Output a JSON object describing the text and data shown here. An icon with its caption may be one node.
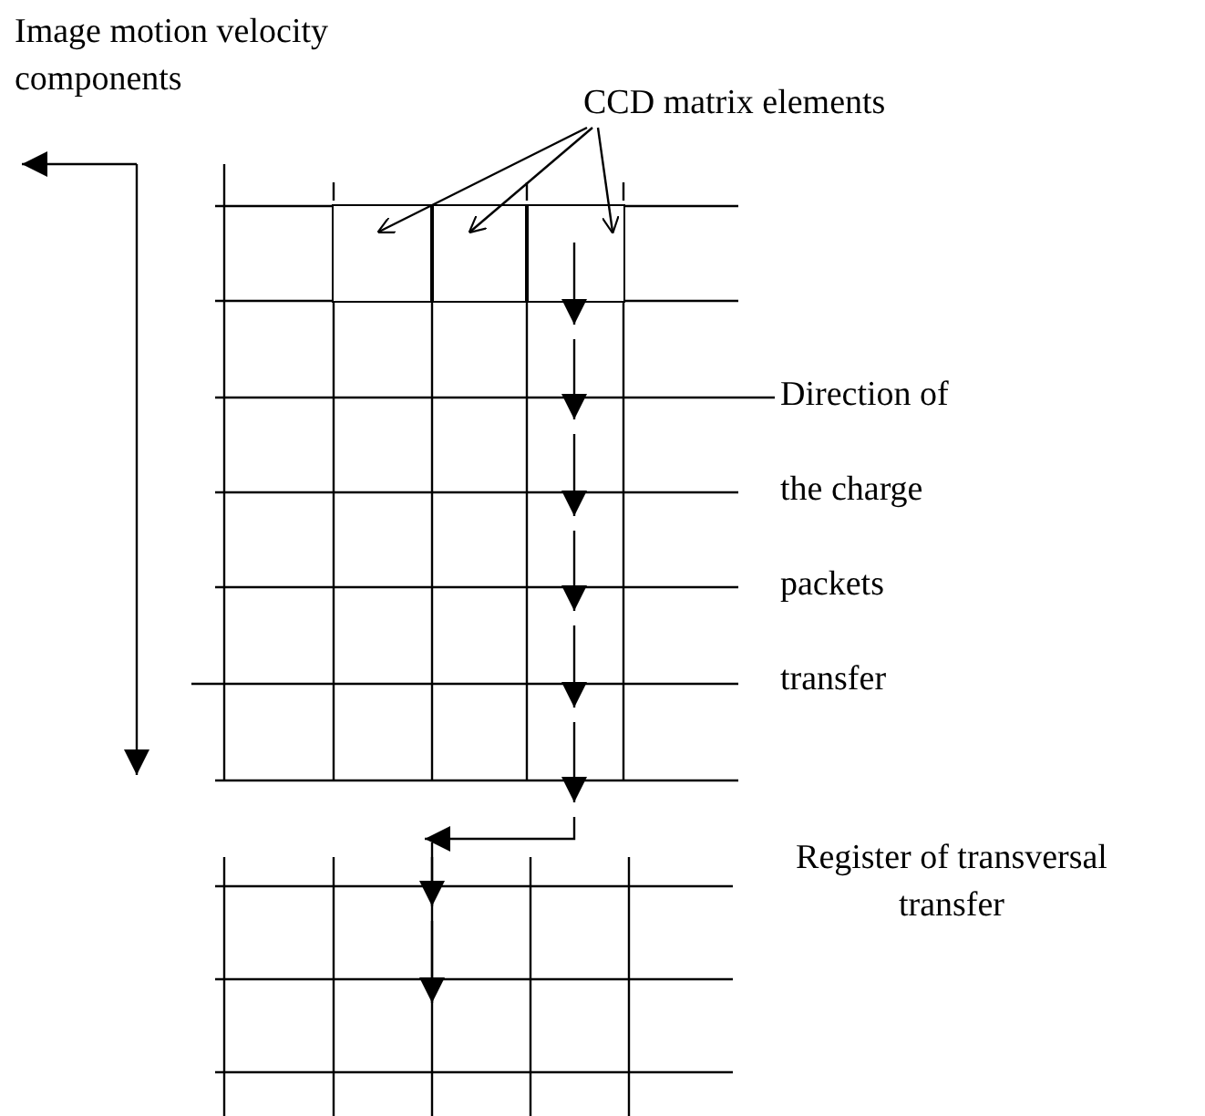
{
  "diagram": {
    "nodes": [
      {
        "text": [
          "CCD matrix elements"
        ]
      },
      {
        "text": [],
        "shape": "box"
      },
      {
        "text": [],
        "shape": "box"
      },
      {
        "text": [],
        "shape": "box"
      }
    ],
    "edges": [
      {
        "from": 0,
        "to": 1,
        "arrow": "to"
      },
      {
        "from": 0,
        "to": 2,
        "arrow": "to"
      },
      {
        "from": 0,
        "to": 3,
        "arrow": "to"
      }
    ],
    "labels": [
      "Image motion velocity components",
      "Direction of the charge packets transfer",
      "Register of transversal transfer"
    ]
  }
}
